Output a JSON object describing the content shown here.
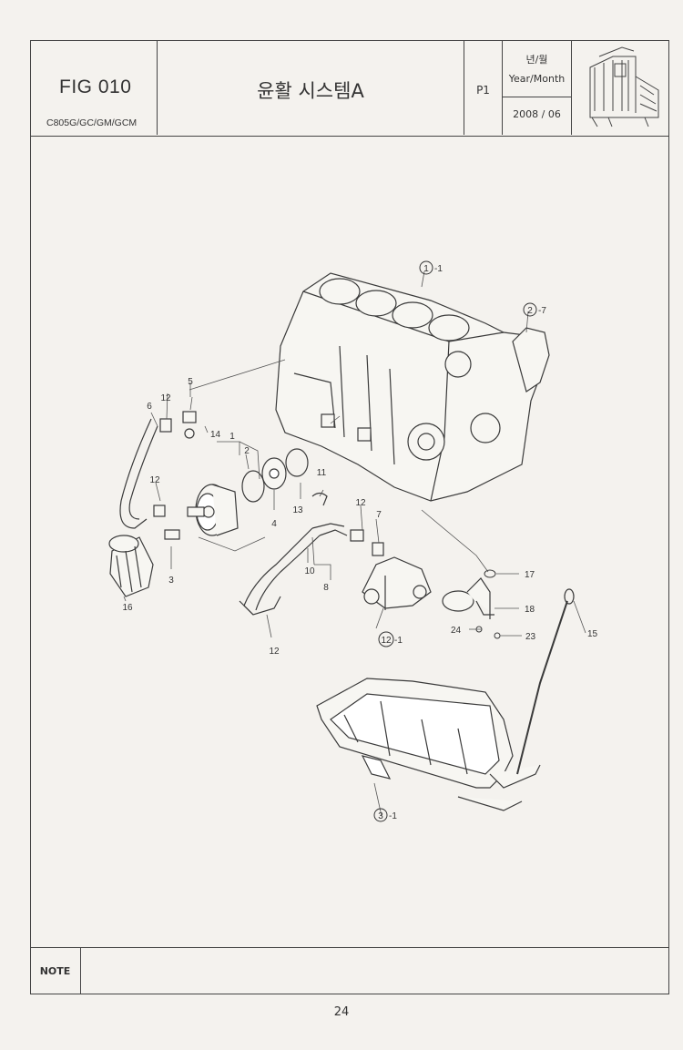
{
  "header": {
    "fig": "FIG 010",
    "model": "C805G/GC/GM/GCM",
    "title": "윤활 시스템A",
    "page": "P1",
    "year_month_ko": "년/월",
    "year_month_en": "Year/Month",
    "date": "2008 / 06"
  },
  "callouts": [
    {
      "num": "1",
      "suffix": "-1"
    },
    {
      "num": "2",
      "suffix": "-7"
    },
    {
      "num": "12",
      "suffix": "-1"
    },
    {
      "num": "3",
      "suffix": "-1"
    }
  ],
  "parts": [
    "5",
    "6",
    "12",
    "14",
    "1",
    "2",
    "12",
    "13",
    "11",
    "12",
    "7",
    "4",
    "3",
    "16",
    "10",
    "8",
    "12",
    "17",
    "18",
    "24",
    "23",
    "15"
  ],
  "note": {
    "label": "NOTE"
  },
  "footer": {
    "page_number": "24"
  },
  "icons": {
    "thumbnail": "harvester-icon"
  }
}
